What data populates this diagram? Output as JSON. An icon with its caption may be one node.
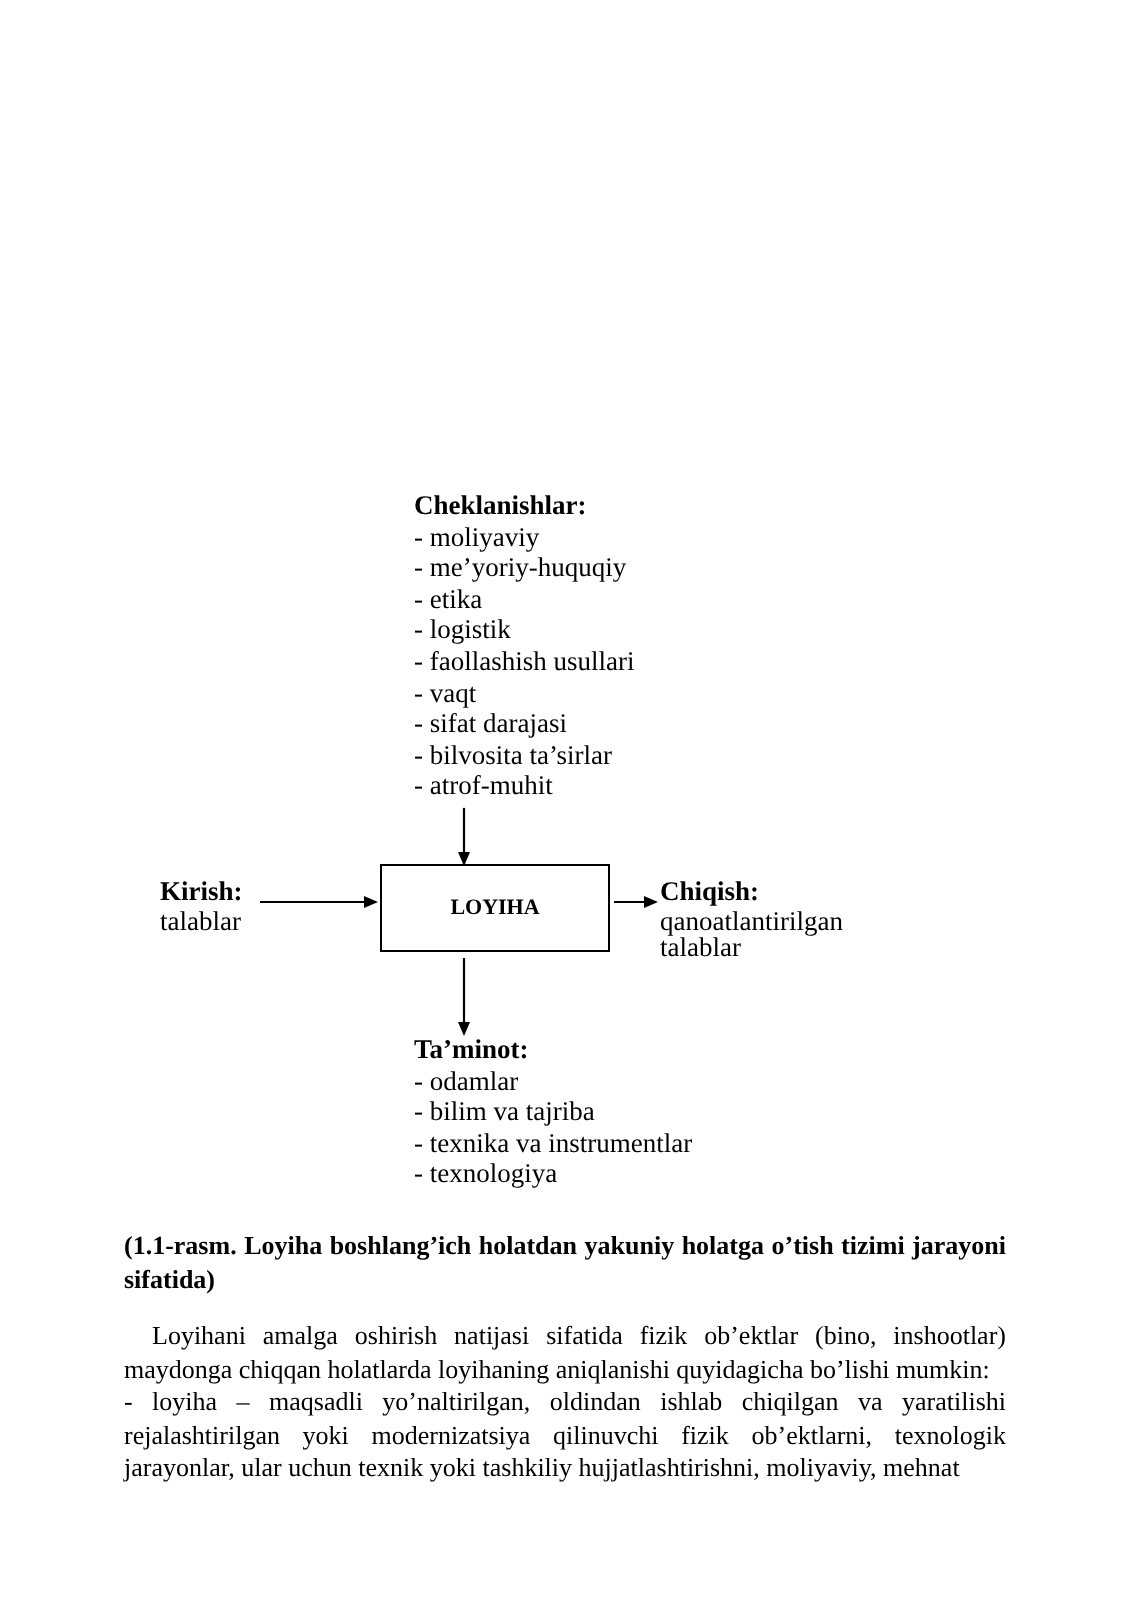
{
  "diagram": {
    "caption": "(1.1-rasm. Loyiha boshlang’ich holatdan yakuniy holatga o’tish tizimi jarayoni sifatida)",
    "nodes": [
      {
        "text": [
          "Cheklanishlar:",
          "- moliyaviy",
          "- me’yoriy-huquqiy",
          "- etika",
          "- logistik",
          "- faollashish usullari",
          "- vaqt",
          "- sifat darajasi",
          "- bilvosita ta’sirlar",
          "- atrof-muhit"
        ]
      },
      {
        "text": [
          "Kirish:",
          "talablar"
        ]
      },
      {
        "text": [
          "LOYIHA"
        ]
      },
      {
        "text": [
          "Chiqish:",
          "qanoatlantirilgan talablar"
        ]
      },
      {
        "text": [
          "Ta’minot:",
          "- odamlar",
          "- bilim va tajriba",
          "- texnika va instrumentlar",
          "- texnologiya"
        ]
      }
    ],
    "edges": [
      {
        "from": 0,
        "to": 2,
        "arrow": "to"
      },
      {
        "from": 1,
        "to": 2,
        "arrow": "to"
      },
      {
        "from": 2,
        "to": 3,
        "arrow": "to"
      },
      {
        "from": 2,
        "to": 4,
        "arrow": "to"
      }
    ],
    "labels": [
      "Loyihani amalga oshirish natijasi sifatida fizik ob’ektlar (bino, inshootlar) maydonga chiqqan holatlarda loyihaning aniqlanishi quyidagicha bo’lishi mumkin:",
      "- loyiha – maqsadli yo’naltirilgan, oldindan ishlab chiqilgan va yaratilishi rejalashtirilgan yoki modernizatsiya qilinuvchi fizik ob’ektlarni, texnologik jarayonlar, ular uchun texnik yoki tashkiliy hujjatlashtirishni, moliyaviy, mehnat"
    ]
  }
}
